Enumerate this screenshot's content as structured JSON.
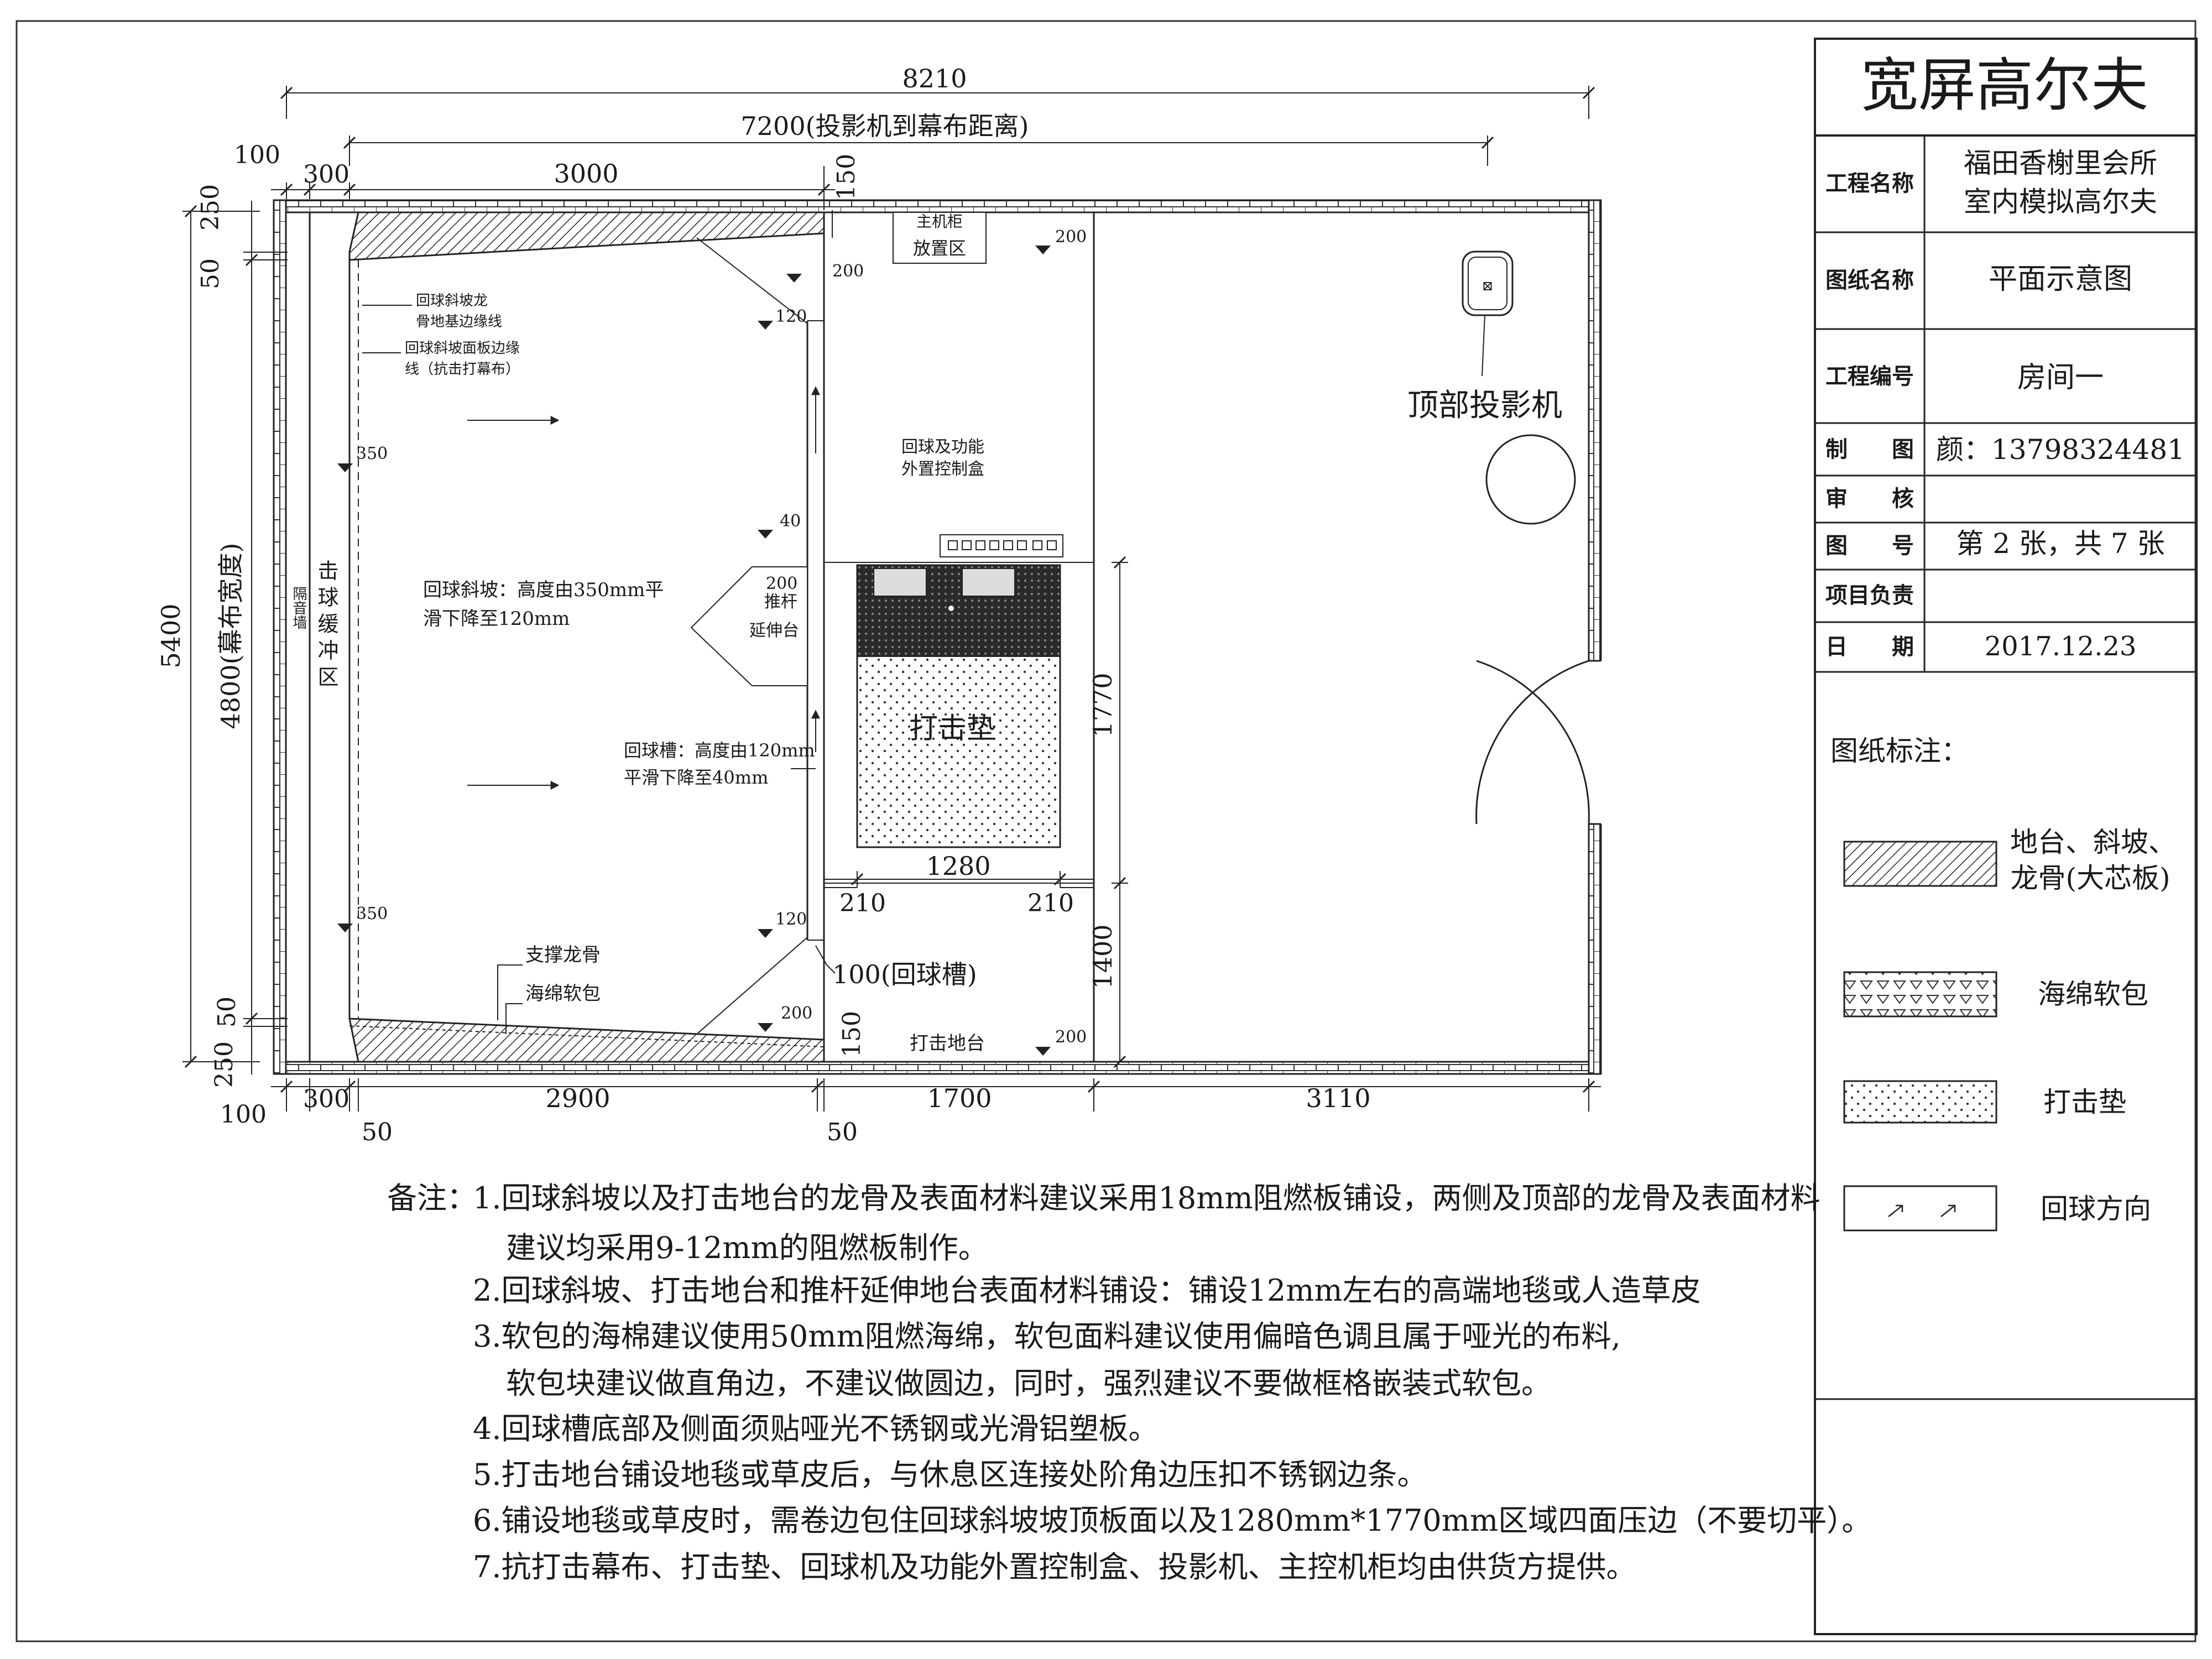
{
  "title_block": {
    "title": "宽屏高尔夫",
    "rows": [
      {
        "label": "工程名称",
        "value": [
          "福田香榭里会所",
          "室内模拟高尔夫"
        ]
      },
      {
        "label": "图纸名称",
        "value": [
          "平面示意图"
        ]
      },
      {
        "label": "工程编号",
        "value": [
          "房间一"
        ]
      },
      {
        "label": "制　　图",
        "value": [
          "颜：13798324481"
        ]
      },
      {
        "label": "审　　核",
        "value": [
          ""
        ]
      },
      {
        "label": "图　　号",
        "value": [
          "第 2 张，共 7 张"
        ]
      },
      {
        "label": "项目负责",
        "value": [
          ""
        ]
      },
      {
        "label": "日　　期",
        "value": [
          "2017.12.23"
        ]
      }
    ],
    "legend_title": "图纸标注：",
    "legend": [
      {
        "pattern": "hatch",
        "label": [
          "地台、斜坡、",
          "龙骨(大芯板)"
        ]
      },
      {
        "pattern": "triangles",
        "label": [
          "海绵软包"
        ]
      },
      {
        "pattern": "dots",
        "label": [
          "打击垫"
        ]
      },
      {
        "pattern": "arrows",
        "label": [
          "回球方向"
        ]
      }
    ]
  },
  "dimensions": {
    "overall": "8210",
    "projector": "7200(投影机到幕布距离)",
    "top_100": "100",
    "top_300": "300",
    "top_3000": "3000",
    "top_150": "150",
    "left_250_top": "250",
    "left_50_top": "50",
    "left_5400": "5400",
    "left_4800": "4800(幕布宽度)",
    "left_50_bottom": "50",
    "left_250_bottom": "250",
    "bottom_100": "100",
    "bottom_300": "300",
    "bottom_2900": "2900",
    "bottom_1700": "1700",
    "bottom_3110": "3110",
    "bottom_50_a": "50",
    "bottom_50_b": "50",
    "right_1770": "1770",
    "right_1400": "1400",
    "mat_1280": "1280",
    "mat_210_left": "210",
    "mat_210_right": "210",
    "groove_100": "100(回球槽)",
    "bottom_150": "150"
  },
  "labels": {
    "host_cabinet": [
      "主机柜",
      "放置区"
    ],
    "ramp_keel_1": [
      "回球斜坡龙",
      "骨地基边缘线"
    ],
    "ramp_edge": [
      "回球斜坡面板边缘",
      "线（抗击打幕布）"
    ],
    "buffer_zone": "击球缓冲区",
    "soundproof_wall": "隔音墙",
    "ramp_desc": [
      "回球斜坡：高度由350mm平",
      "滑下降至120mm"
    ],
    "groove_desc": [
      "回球槽：高度由120mm",
      "平滑下降至40mm"
    ],
    "putter": [
      "推杆",
      "延伸台"
    ],
    "control_box": [
      "回球及功能",
      "外置控制盒"
    ],
    "mat": "打击垫",
    "support_keel": "支撑龙骨",
    "sponge": "海绵软包",
    "platform": "打击地台",
    "ceiling_projector": "顶部投影机"
  },
  "elevations": {
    "e200_a": "200",
    "e200_b": "200",
    "e120_top": "120",
    "e350_top": "350",
    "e40": "40",
    "e200_putter": "200",
    "e350_bottom": "350",
    "e120_bottom": "120",
    "e200_c": "200",
    "e200_d": "200"
  },
  "notes": {
    "heading": "备注：",
    "lines": [
      "1.回球斜坡以及打击地台的龙骨及表面材料建议采用18mm阻燃板铺设，两侧及顶部的龙骨及表面材料",
      "建议均采用9-12mm的阻燃板制作。",
      "2.回球斜坡、打击地台和推杆延伸地台表面材料铺设：铺设12mm左右的高端地毯或人造草皮",
      "3.软包的海棉建议使用50mm阻燃海绵，软包面料建议使用偏暗色调且属于哑光的布料,",
      "软包块建议做直角边，不建议做圆边，同时，强烈建议不要做框格嵌装式软包。",
      "4.回球槽底部及侧面须贴哑光不锈钢或光滑铝塑板。",
      "5.打击地台铺设地毯或草皮后，与休息区连接处阶角边压扣不锈钢边条。",
      "6.铺设地毯或草皮时，需卷边包住回球斜坡坡顶板面以及1280mm*1770mm区域四面压边（不要切平）。",
      "7.抗打击幕布、打击垫、回球机及功能外置控制盒、投影机、主控机柜均由供货方提供。"
    ]
  }
}
